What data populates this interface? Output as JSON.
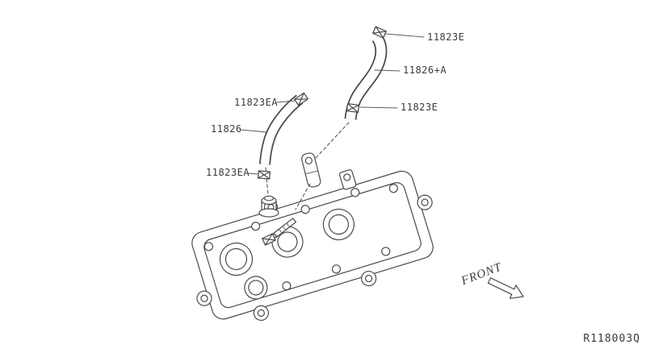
{
  "diagram": {
    "ref_code": "R118003Q",
    "front_label": "FRONT",
    "labels": {
      "clamp_top": "11823E",
      "hose_right": "11826+A",
      "clamp_upper_left": "11823EA",
      "clamp_mid": "11823E",
      "hose_left": "11826",
      "clamp_lower_left": "11823EA"
    },
    "colors": {
      "line": "#4a4a4a",
      "text": "#3a3a3a",
      "background": "#ffffff"
    }
  }
}
